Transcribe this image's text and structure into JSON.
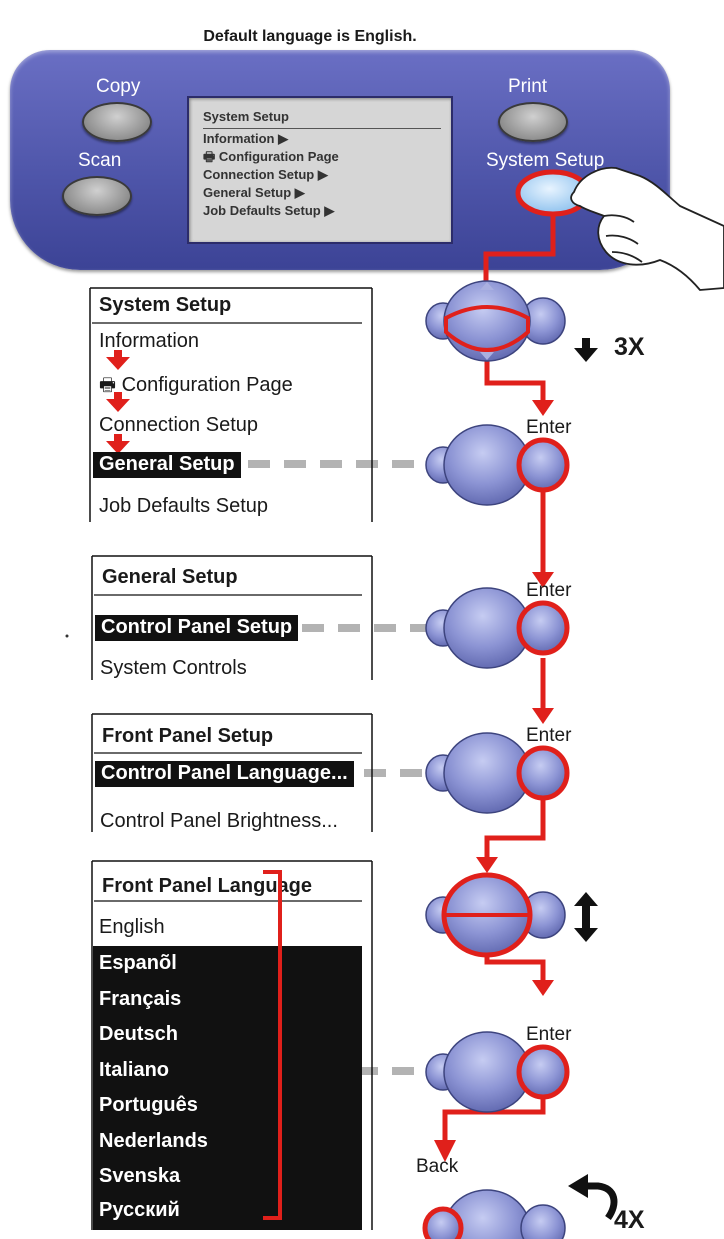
{
  "header": {
    "caption": "Default language is English."
  },
  "panel": {
    "copy_label": "Copy",
    "scan_label": "Scan",
    "print_label": "Print",
    "system_setup_label": "System Setup",
    "lcd": {
      "title": "System Setup",
      "items": [
        "Information ▶",
        "🖶 Configuration Page",
        "Connection Setup ▶",
        "General Setup ▶",
        "Job Defaults Setup ▶"
      ]
    }
  },
  "menu1": {
    "title": "System Setup",
    "items": [
      "Information",
      "Configuration Page",
      "Connection Setup",
      "General Setup",
      "Job Defaults Setup"
    ],
    "icon": "printer-icon"
  },
  "menu2": {
    "title": "General Setup",
    "items": [
      "Control Panel Setup",
      "System Controls"
    ]
  },
  "menu3": {
    "title": "Front Panel Setup",
    "items": [
      "Control Panel Language...",
      "Control Panel Brightness..."
    ]
  },
  "menu4": {
    "title": "Front Panel Language",
    "selected": "English",
    "items": [
      "Espanõl",
      "Français",
      "Deutsch",
      "Italiano",
      "Português",
      "Nederlands",
      "Svenska",
      "Русский"
    ]
  },
  "steps": {
    "down_count": "3X",
    "enter_label": "Enter",
    "back_label": "Back",
    "back_count": "4X"
  },
  "colors": {
    "accent": "#e0201b",
    "panel": "#4d54a8",
    "highlight": "#111111"
  }
}
